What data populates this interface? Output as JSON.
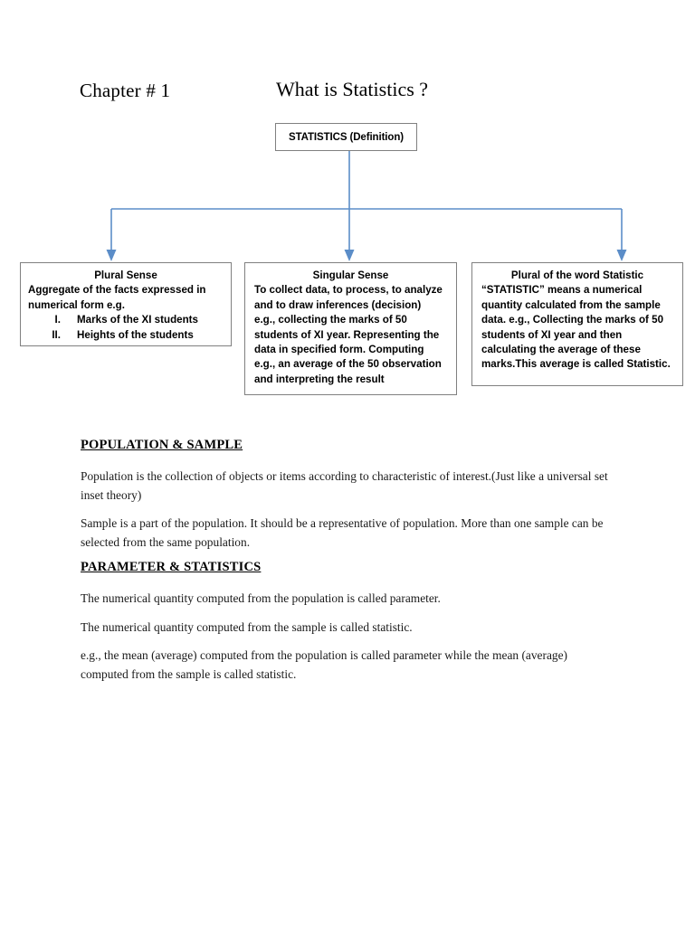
{
  "header": {
    "chapter": "Chapter # 1",
    "title": "What is Statistics ?"
  },
  "flowchart": {
    "root": {
      "label": "STATISTICS (Definition)"
    },
    "branches": [
      {
        "title": "Plural Sense",
        "lines": [
          "Aggregate of the facts expressed in",
          "numerical form e.g."
        ],
        "list": [
          {
            "num": "I.",
            "text": "Marks of the XI students"
          },
          {
            "num": "II.",
            "text": "Heights of the students"
          }
        ]
      },
      {
        "title": "Singular Sense",
        "lines": [
          "To collect data, to process, to analyze",
          "and to draw inferences (decision)",
          "e.g., collecting the marks of 50",
          "students of XI year. Representing the",
          "data in specified form. Computing",
          "e.g., an average of the 50 observation",
          "and interpreting the result"
        ],
        "list": []
      },
      {
        "title": "Plural of the word Statistic",
        "lines": [
          "“STATISTIC” means a numerical",
          "quantity calculated from the sample",
          "data. e.g., Collecting the marks of 50",
          "students of XI year and then",
          "calculating the average of these",
          "marks.This average is called Statistic."
        ],
        "list": []
      }
    ],
    "connector_color": "#5B8DC8"
  },
  "sections": [
    {
      "heading": "POPULATION & SAMPLE",
      "paragraphs": [
        "Population is the collection of objects or items according to characteristic of interest.(Just like a universal set inset theory)",
        "Sample is a part of the population.  It should be a representative of population. More than one sample can be selected from the same population."
      ]
    },
    {
      "heading": "PARAMETER  & STATISTICS",
      "paragraphs": [
        "The numerical quantity computed from the population is called parameter.",
        "The numerical quantity computed from the sample is called statistic.",
        " e.g., the mean (average) computed from the population is called parameter while the mean (average) computed from the sample is called statistic."
      ]
    }
  ]
}
